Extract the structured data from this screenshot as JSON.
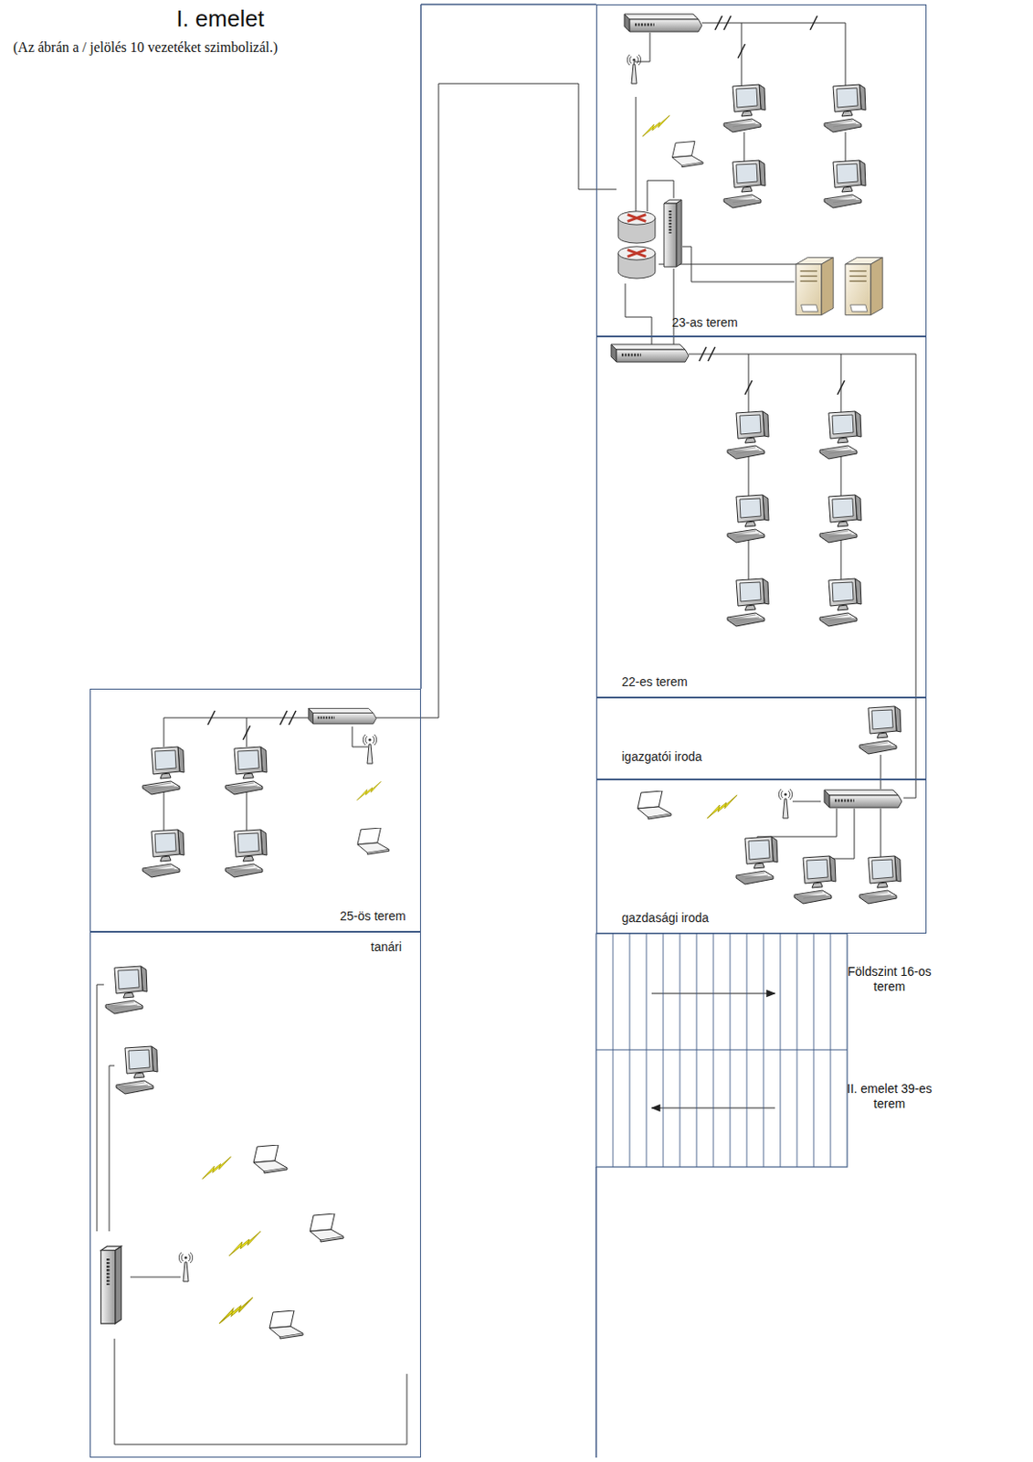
{
  "diagram": {
    "title": "I. emelet",
    "nodes": [
      {
        "text": [
          "23-as terem"
        ]
      },
      {
        "text": [
          "22-es terem"
        ]
      },
      {
        "text": [
          "igazgatói iroda"
        ]
      },
      {
        "text": [
          "gazdasági iroda"
        ]
      },
      {
        "text": [
          "25-ös terem"
        ]
      },
      {
        "text": [
          "tanári"
        ]
      }
    ],
    "labels": [
      "(Az ábrán a / jelölés 10 vezetéket szimbolizál.)",
      "Földszint 16-os terem",
      "II. emelet 39-es terem"
    ]
  }
}
